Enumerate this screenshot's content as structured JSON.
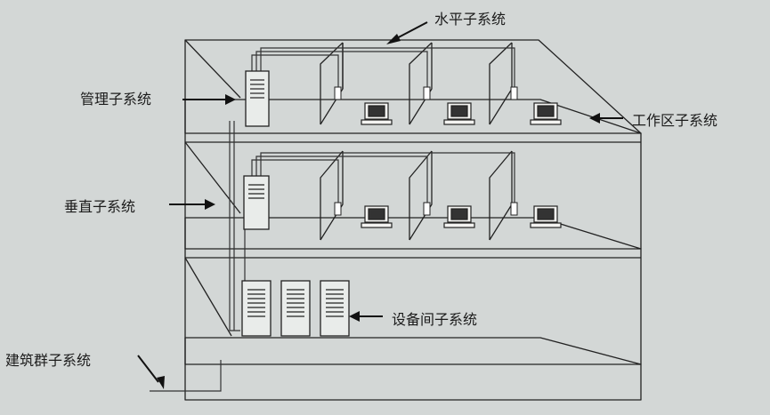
{
  "labels": {
    "horizontal": "水平子系统",
    "admin": "管理子系统",
    "work_area": "工作区子系统",
    "vertical": "垂直子系统",
    "equipment": "设备间子系统",
    "campus": "建筑群子系统"
  },
  "colors": {
    "background": "#d3d7d6",
    "ink": "#222222",
    "cable": "#333333",
    "equipment_fill": "#e9ecea"
  },
  "icons": [
    "computer-icon",
    "server-rack-icon",
    "arrow-icon"
  ]
}
